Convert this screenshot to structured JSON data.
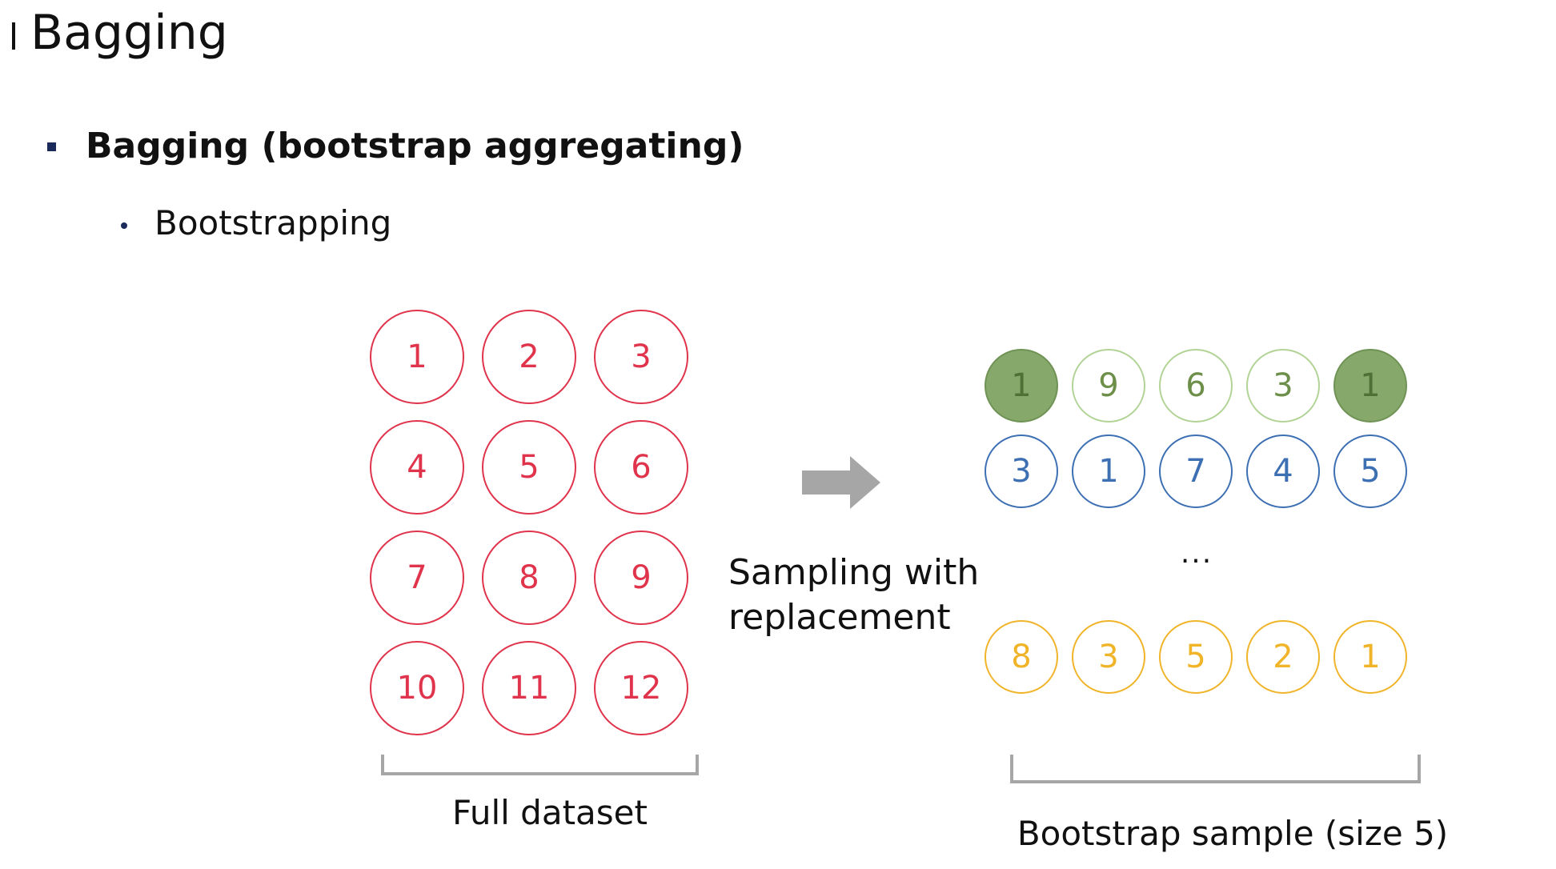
{
  "title": "Bagging",
  "bullet_1": "Bagging (bootstrap aggregating)",
  "bullet_2": "Bootstrapping",
  "full_dataset": {
    "color": "#e0344c",
    "items": [
      "1",
      "2",
      "3",
      "4",
      "5",
      "6",
      "7",
      "8",
      "9",
      "10",
      "11",
      "12"
    ],
    "label": "Full dataset"
  },
  "arrow_label_line1": "Sampling with",
  "arrow_label_line2": "replacement",
  "bootstrap_samples": {
    "rows": [
      {
        "color": "#6d8f4a",
        "border_color": "#b2d396",
        "highlight_fill": "#86a86a",
        "highlight_border": "#6f9255",
        "items": [
          {
            "value": "1",
            "highlighted": true
          },
          {
            "value": "9",
            "highlighted": false
          },
          {
            "value": "6",
            "highlighted": false
          },
          {
            "value": "3",
            "highlighted": false
          },
          {
            "value": "1",
            "highlighted": true
          }
        ]
      },
      {
        "color": "#3d6fb3",
        "border_color": "#3d6fb3",
        "items": [
          {
            "value": "3",
            "highlighted": false
          },
          {
            "value": "1",
            "highlighted": false
          },
          {
            "value": "7",
            "highlighted": false
          },
          {
            "value": "4",
            "highlighted": false
          },
          {
            "value": "5",
            "highlighted": false
          }
        ]
      },
      {
        "color": "#f0b429",
        "border_color": "#f0b429",
        "items": [
          {
            "value": "8",
            "highlighted": false
          },
          {
            "value": "3",
            "highlighted": false
          },
          {
            "value": "5",
            "highlighted": false
          },
          {
            "value": "2",
            "highlighted": false
          },
          {
            "value": "1",
            "highlighted": false
          }
        ]
      }
    ],
    "ellipsis": "...",
    "label": "Bootstrap sample (size 5)"
  },
  "colors": {
    "bracket": "#a6a6a6",
    "arrow": "#a6a6a6",
    "bullet": "#1a2a5a"
  }
}
